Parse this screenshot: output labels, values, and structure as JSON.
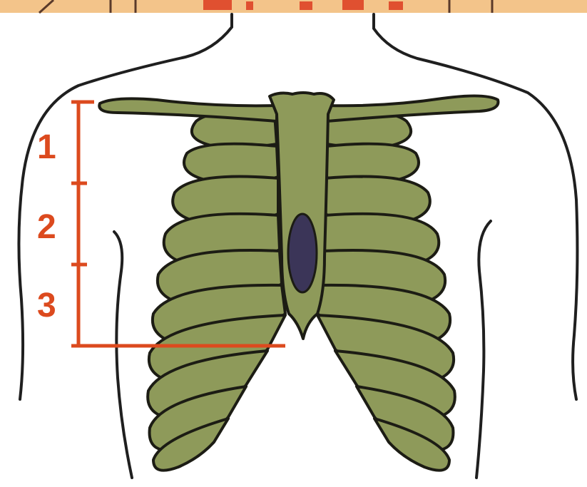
{
  "diagram": {
    "segments": [
      {
        "label": "1"
      },
      {
        "label": "2"
      },
      {
        "label": "3"
      }
    ]
  },
  "colors": {
    "banner": "#f3c48a",
    "bone": "#8e9a5a",
    "bone_outline": "#1c1c14",
    "sternum_window": "#3b3558",
    "measure": "#dc4a1e",
    "skin_line": "#1f1f1f",
    "background": "#ffffff"
  },
  "icons": {
    "ribcage": "ribcage-illustration",
    "torso": "torso-outline"
  }
}
